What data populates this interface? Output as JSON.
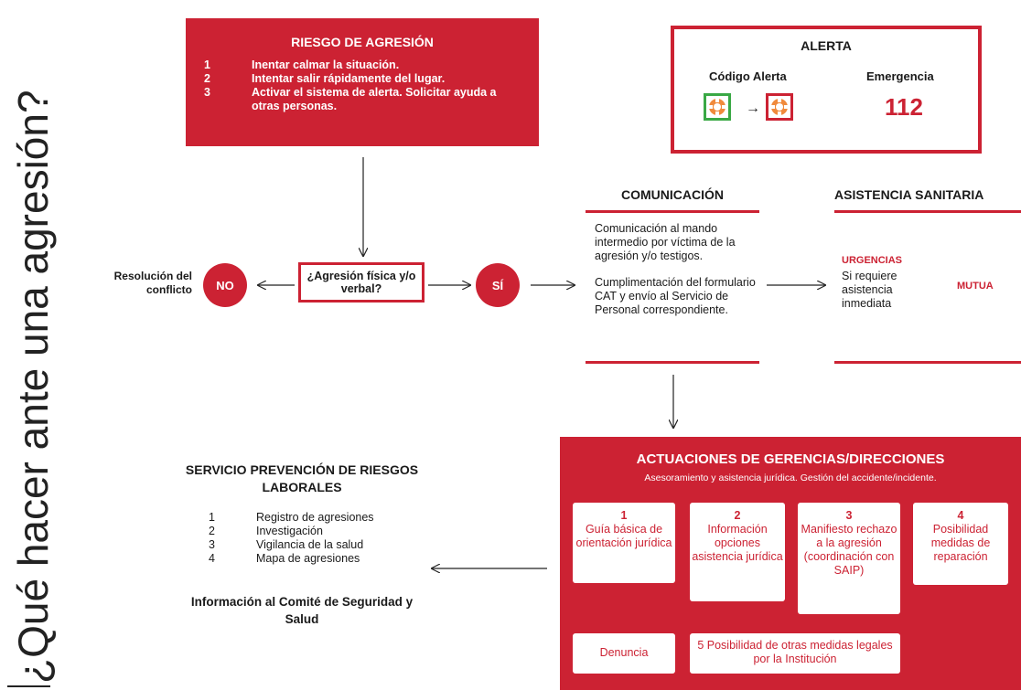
{
  "title": "¿Qué hacer ante una agresión?",
  "riesgo": {
    "title": "RIESGO DE AGRESIÓN",
    "items": [
      {
        "num": "1",
        "text": "Inentar calmar la situación."
      },
      {
        "num": "2",
        "text": "Intentar salir rápidamente del lugar."
      },
      {
        "num": "3",
        "text": "Activar el sistema de alerta. Solicitar ayuda a otras personas."
      }
    ]
  },
  "alerta": {
    "title": "ALERTA",
    "codigo_label": "Código Alerta",
    "emergencia_label": "Emergencia",
    "emergencia_number": "112",
    "arrow": "→",
    "colors": {
      "green": "#3aa845",
      "red": "#cc2233",
      "orange": "#f08a3c"
    }
  },
  "decision": {
    "question": "¿Agresión física y/o verbal?",
    "no": "NO",
    "si": "SÍ",
    "resolucion": "Resolución del conflicto"
  },
  "comunicacion": {
    "title": "COMUNICACIÓN",
    "p1": "Comunicación al mando intermedio por víctima de la agresión y/o testigos.",
    "p2": "Cumplimentación del formulario CAT y envío al Servicio de Personal correspondiente."
  },
  "asistencia": {
    "title": "ASISTENCIA SANITARIA",
    "urgencias": "URGENCIAS",
    "urgencias_text": "Si requiere asistencia inmediata",
    "mutua": "MUTUA"
  },
  "actuaciones": {
    "title": "ACTUACIONES DE GERENCIAS/DIRECCIONES",
    "subtitle": "Asesoramiento y asistencia jurídica. Gestión del accidente/incidente.",
    "cards": [
      {
        "num": "1",
        "text": "Guía básica de orientación jurídica"
      },
      {
        "num": "2",
        "text": "Información opciones asistencia jurídica"
      },
      {
        "num": "3",
        "text": "Manifiesto rechazo a la agresión (coordinación con SAIP)"
      },
      {
        "num": "4",
        "text": "Posibilidad medidas de reparación"
      }
    ],
    "denuncia": "Denuncia",
    "otras": "5 Posibilidad de otras medidas legales por la Institución"
  },
  "servicio": {
    "title": "SERVICIO PREVENCIÓN DE RIESGOS LABORALES",
    "items": [
      {
        "num": "1",
        "text": "Registro de agresiones"
      },
      {
        "num": "2",
        "text": "Investigación"
      },
      {
        "num": "3",
        "text": "Vigilancia de la salud"
      },
      {
        "num": "4",
        "text": "Mapa de agresiones"
      }
    ],
    "info": "Información al Comité de Seguridad y Salud"
  }
}
